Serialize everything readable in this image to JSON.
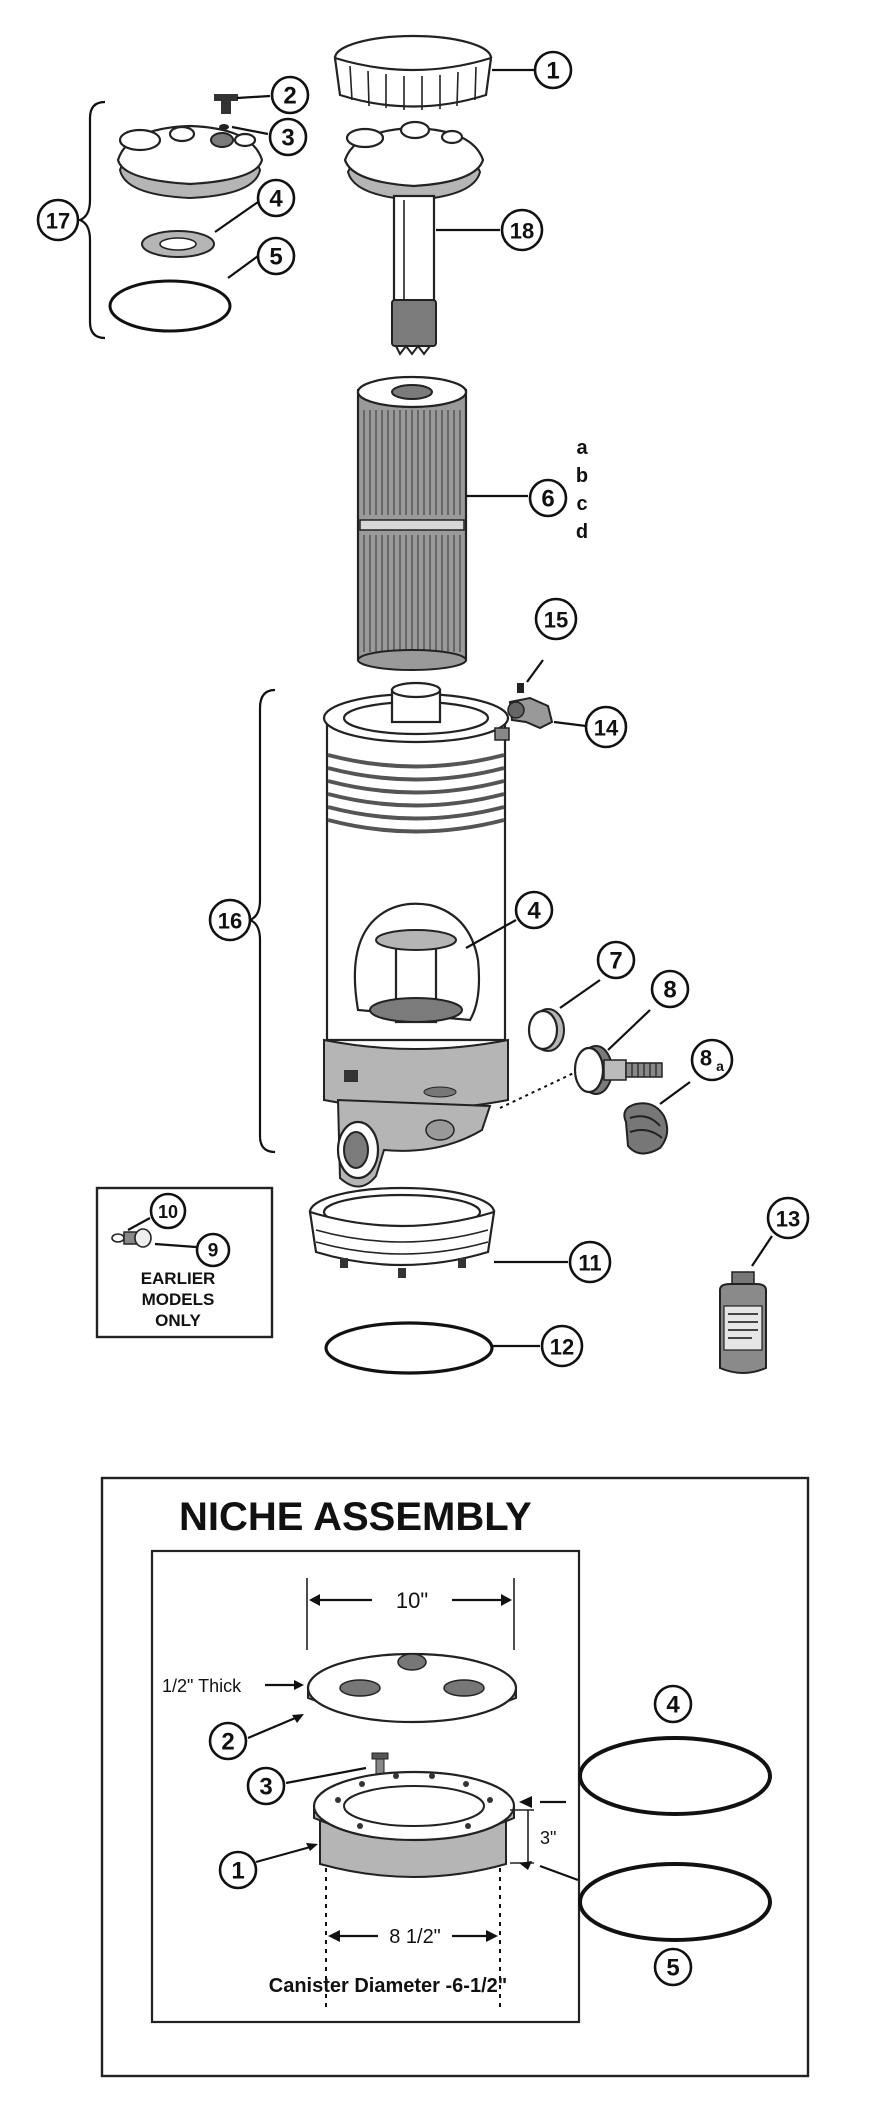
{
  "callouts": {
    "c1": "1",
    "c2": "2",
    "c3": "3",
    "c17": "17",
    "c4a": "4",
    "c5a": "5",
    "c18": "18",
    "c6": "6",
    "c15": "15",
    "c14": "14",
    "c16": "16",
    "c4b": "4",
    "c7": "7",
    "c8": "8",
    "c8a_num": "8",
    "c8a_sub": "a",
    "c10": "10",
    "c9": "9",
    "c11": "11",
    "c12": "12",
    "c13": "13"
  },
  "variants": [
    "a",
    "b",
    "c",
    "d"
  ],
  "earlier_models": [
    "EARLIER",
    "MODELS",
    "ONLY"
  ],
  "niche": {
    "title": "NICHE ASSEMBLY",
    "dim_width": "10\"",
    "thick_label": "1/2\" Thick",
    "dim_depth": "3\"",
    "dim_inner": "8 1/2\"",
    "canister_label": "Canister Diameter -6-1/2\"",
    "callouts": {
      "n1": "1",
      "n2": "2",
      "n3": "3",
      "n4": "4",
      "n5": "5"
    }
  }
}
